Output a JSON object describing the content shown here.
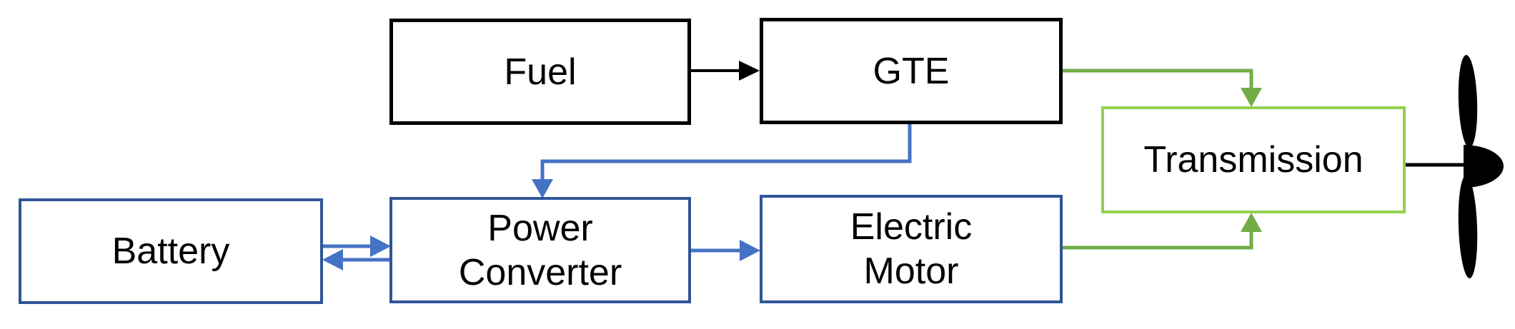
{
  "diagram": {
    "description": "Hybrid-electric propulsion system block diagram",
    "blocks": {
      "fuel": {
        "label": "Fuel",
        "lines": [
          "Fuel"
        ],
        "border_color": "#000000"
      },
      "gte": {
        "label": "GTE",
        "lines": [
          "GTE"
        ],
        "border_color": "#000000"
      },
      "battery": {
        "label": "Battery",
        "lines": [
          "Battery"
        ],
        "border_color": "#2F5597"
      },
      "power_converter": {
        "label": "Power Converter",
        "lines": [
          "Power",
          "Converter"
        ],
        "border_color": "#2F5597"
      },
      "electric_motor": {
        "label": "Electric Motor",
        "lines": [
          "Electric",
          "Motor"
        ],
        "border_color": "#2F5597"
      },
      "transmission": {
        "label": "Transmission",
        "lines": [
          "Transmission"
        ],
        "border_color": "#92D050"
      }
    },
    "connections": [
      {
        "from": "fuel",
        "to": "gte",
        "style": "arrow",
        "color": "#000000"
      },
      {
        "from": "gte",
        "to": "transmission",
        "style": "elbow-arrow",
        "color": "#70AD47"
      },
      {
        "from": "gte",
        "to": "power_converter",
        "style": "elbow-arrow",
        "color": "#4472C4"
      },
      {
        "from": "battery",
        "to": "power_converter",
        "style": "arrow",
        "color": "#4472C4"
      },
      {
        "from": "power_converter",
        "to": "battery",
        "style": "arrow",
        "color": "#4472C4"
      },
      {
        "from": "power_converter",
        "to": "electric_motor",
        "style": "arrow",
        "color": "#4472C4"
      },
      {
        "from": "electric_motor",
        "to": "transmission",
        "style": "elbow-arrow",
        "color": "#70AD47"
      },
      {
        "from": "transmission",
        "to": "propeller",
        "style": "line",
        "color": "#000000"
      }
    ],
    "propeller": {
      "label": "propeller",
      "color": "#000000"
    }
  },
  "colors": {
    "background": "#FFFFFF",
    "box_border_black": "#000000",
    "box_border_dark_blue": "#2F5597",
    "box_border_light_green": "#92D050",
    "arrow_black": "#000000",
    "arrow_blue": "#4472C4",
    "arrow_green": "#70AD47",
    "propeller_black": "#000000",
    "text": "#000000"
  }
}
